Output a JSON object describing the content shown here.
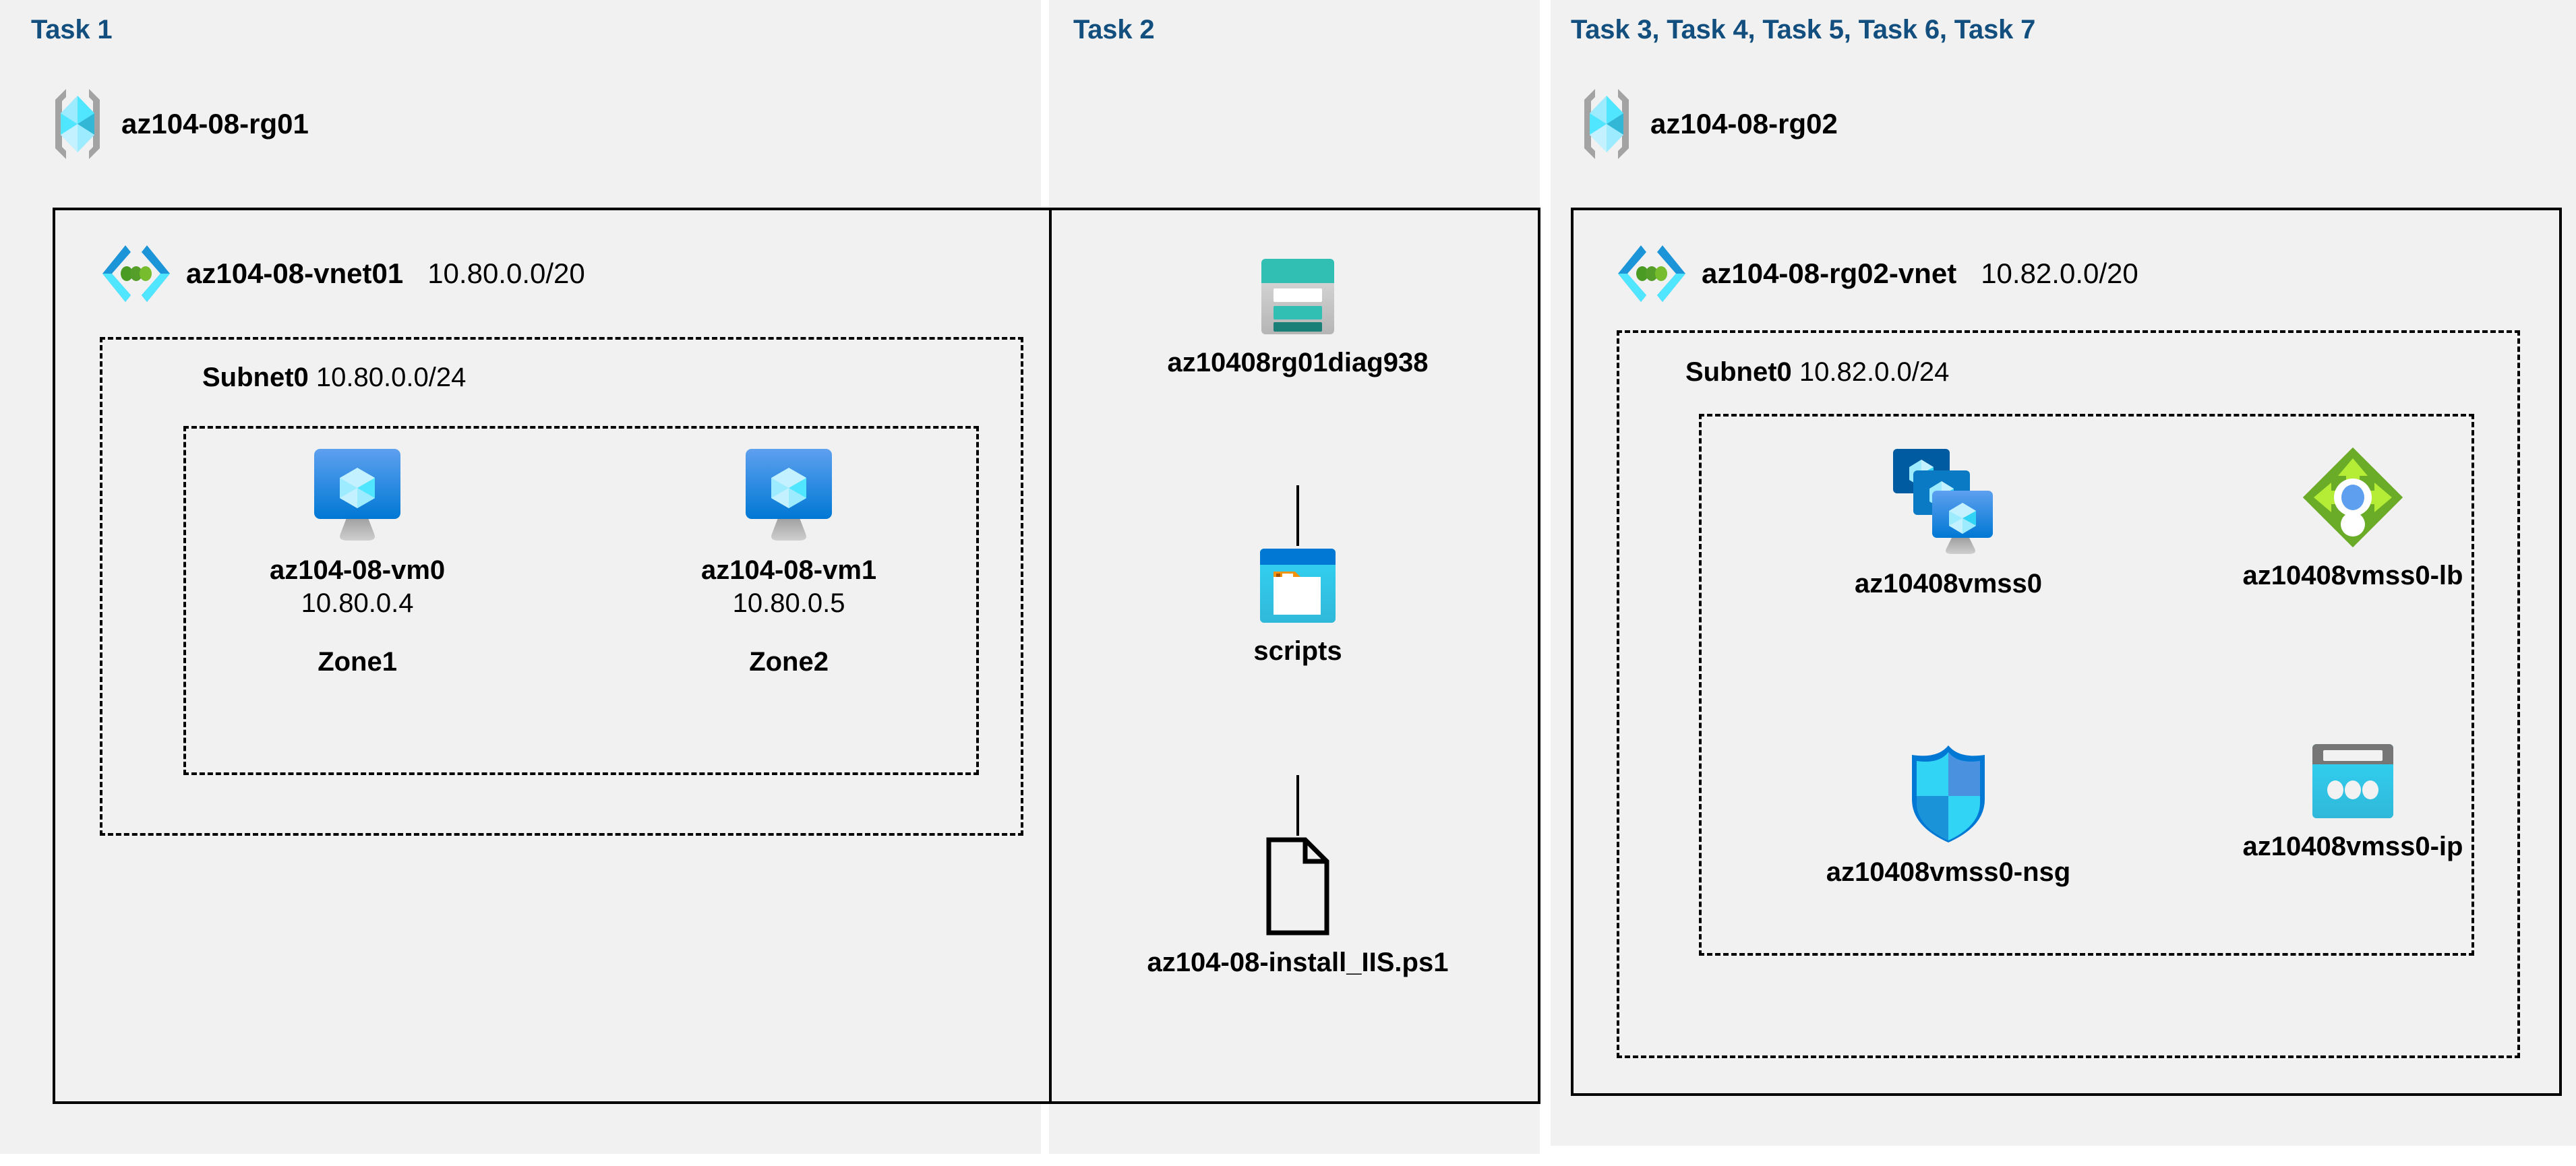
{
  "panels": {
    "task1": {
      "heading": "Task 1"
    },
    "task2": {
      "heading": "Task 2"
    },
    "task3": {
      "heading": "Task 3, Task 4, Task 5, Task 6, Task 7"
    }
  },
  "resource_groups": [
    {
      "name": "az104-08-rg01",
      "icon": "resource-group-icon"
    },
    {
      "name": "az104-08-rg02",
      "icon": "resource-group-icon"
    }
  ],
  "vnets": [
    {
      "name": "az104-08-vnet01",
      "cidr": "10.80.0.0/20",
      "icon": "virtual-network-icon"
    },
    {
      "name": "az104-08-rg02-vnet",
      "cidr": "10.82.0.0/20",
      "icon": "virtual-network-icon"
    }
  ],
  "subnets": [
    {
      "name": "Subnet0",
      "cidr": "10.80.0.0/24"
    },
    {
      "name": "Subnet0",
      "cidr": "10.82.0.0/24"
    }
  ],
  "vms": [
    {
      "name": "az104-08-vm0",
      "ip": "10.80.0.4",
      "zone": "Zone1",
      "icon": "virtual-machine-icon"
    },
    {
      "name": "az104-08-vm1",
      "ip": "10.80.0.5",
      "zone": "Zone2",
      "icon": "virtual-machine-icon"
    }
  ],
  "storage": {
    "account": {
      "name": "az10408rg01diag938",
      "icon": "storage-account-icon"
    },
    "container": {
      "name": "scripts",
      "icon": "blob-container-icon"
    },
    "file": {
      "name": "az104-08-install_IIS.ps1",
      "icon": "script-file-icon"
    }
  },
  "scale_set_resources": [
    {
      "name": "az10408vmss0",
      "icon": "vm-scale-set-icon"
    },
    {
      "name": "az10408vmss0-lb",
      "icon": "load-balancer-icon"
    },
    {
      "name": "az10408vmss0-nsg",
      "icon": "network-security-group-icon"
    },
    {
      "name": "az10408vmss0-ip",
      "icon": "public-ip-address-icon"
    }
  ],
  "colors": {
    "panel_background": "#f1f1f1",
    "heading_blue": "#124f7e",
    "border_black": "#000000",
    "azure_blue": "#0078d4",
    "azure_cyan": "#50e6ff",
    "teal": "#32bfb3",
    "green": "#6aab28"
  }
}
